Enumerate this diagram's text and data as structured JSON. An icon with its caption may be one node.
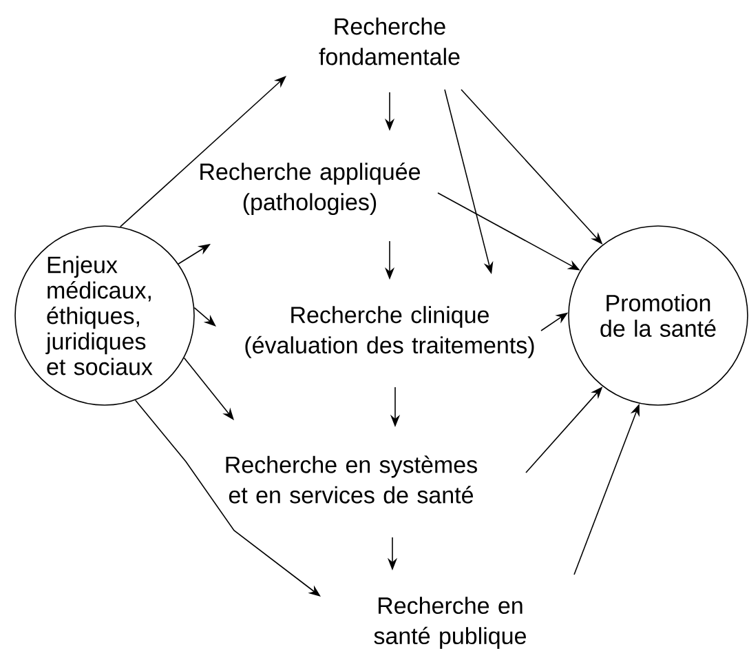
{
  "diagram": {
    "nodes": [
      {
        "text": [
          "Recherche fondamentale"
        ]
      },
      {
        "text": [
          "Recherche appliquée (pathologies)"
        ]
      },
      {
        "text": [
          "Enjeux médicaux, éthiques, juridiques et sociaux"
        ]
      },
      {
        "text": [
          "Recherche clinique (évaluation des traitements)"
        ]
      },
      {
        "text": [
          "Promotion de la santé"
        ]
      },
      {
        "text": [
          "Recherche en systèmes et en services de santé"
        ]
      },
      {
        "text": [
          "Recherche en santé publique"
        ]
      }
    ],
    "edges": [
      {
        "from": 2,
        "to": 0,
        "arrow": "to"
      },
      {
        "from": 2,
        "to": 1,
        "arrow": "to"
      },
      {
        "from": 2,
        "to": 3,
        "arrow": "to"
      },
      {
        "from": 2,
        "to": 5,
        "arrow": "to"
      },
      {
        "from": 2,
        "to": 6,
        "arrow": "to"
      },
      {
        "from": 0,
        "to": 1,
        "arrow": "to"
      },
      {
        "from": 0,
        "to": 3,
        "arrow": "to"
      },
      {
        "from": 0,
        "to": 4,
        "arrow": "to"
      },
      {
        "from": 1,
        "to": 4,
        "arrow": "to"
      },
      {
        "from": 1,
        "to": 3,
        "arrow": "to"
      },
      {
        "from": 3,
        "to": 4,
        "arrow": "to"
      },
      {
        "from": 3,
        "to": 5,
        "arrow": "to"
      },
      {
        "from": 5,
        "to": 4,
        "arrow": "to"
      },
      {
        "from": 5,
        "to": 6,
        "arrow": "to"
      },
      {
        "from": 6,
        "to": 4,
        "arrow": "to"
      }
    ]
  }
}
